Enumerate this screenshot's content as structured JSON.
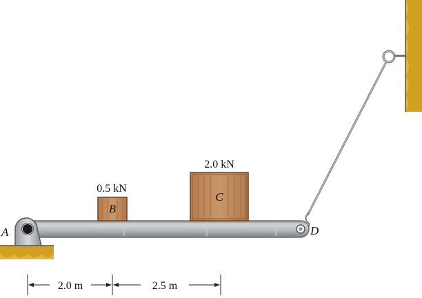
{
  "diagram": {
    "point_labels": {
      "a": "A",
      "d": "D"
    },
    "blocks": {
      "b": {
        "name": "B",
        "weight": "0.5 kN"
      },
      "c": {
        "name": "C",
        "weight": "2.0 kN"
      }
    },
    "dimensions": {
      "a_to_b": "2.0 m",
      "b_to_c": "2.5 m"
    },
    "colors": {
      "beam": "#b9bcbf",
      "beam_edge": "#6b6e71",
      "crate": "#c08a5a",
      "crate_edge": "#6a4223",
      "ground": "#d2a020",
      "cable": "#7c7f82"
    }
  }
}
